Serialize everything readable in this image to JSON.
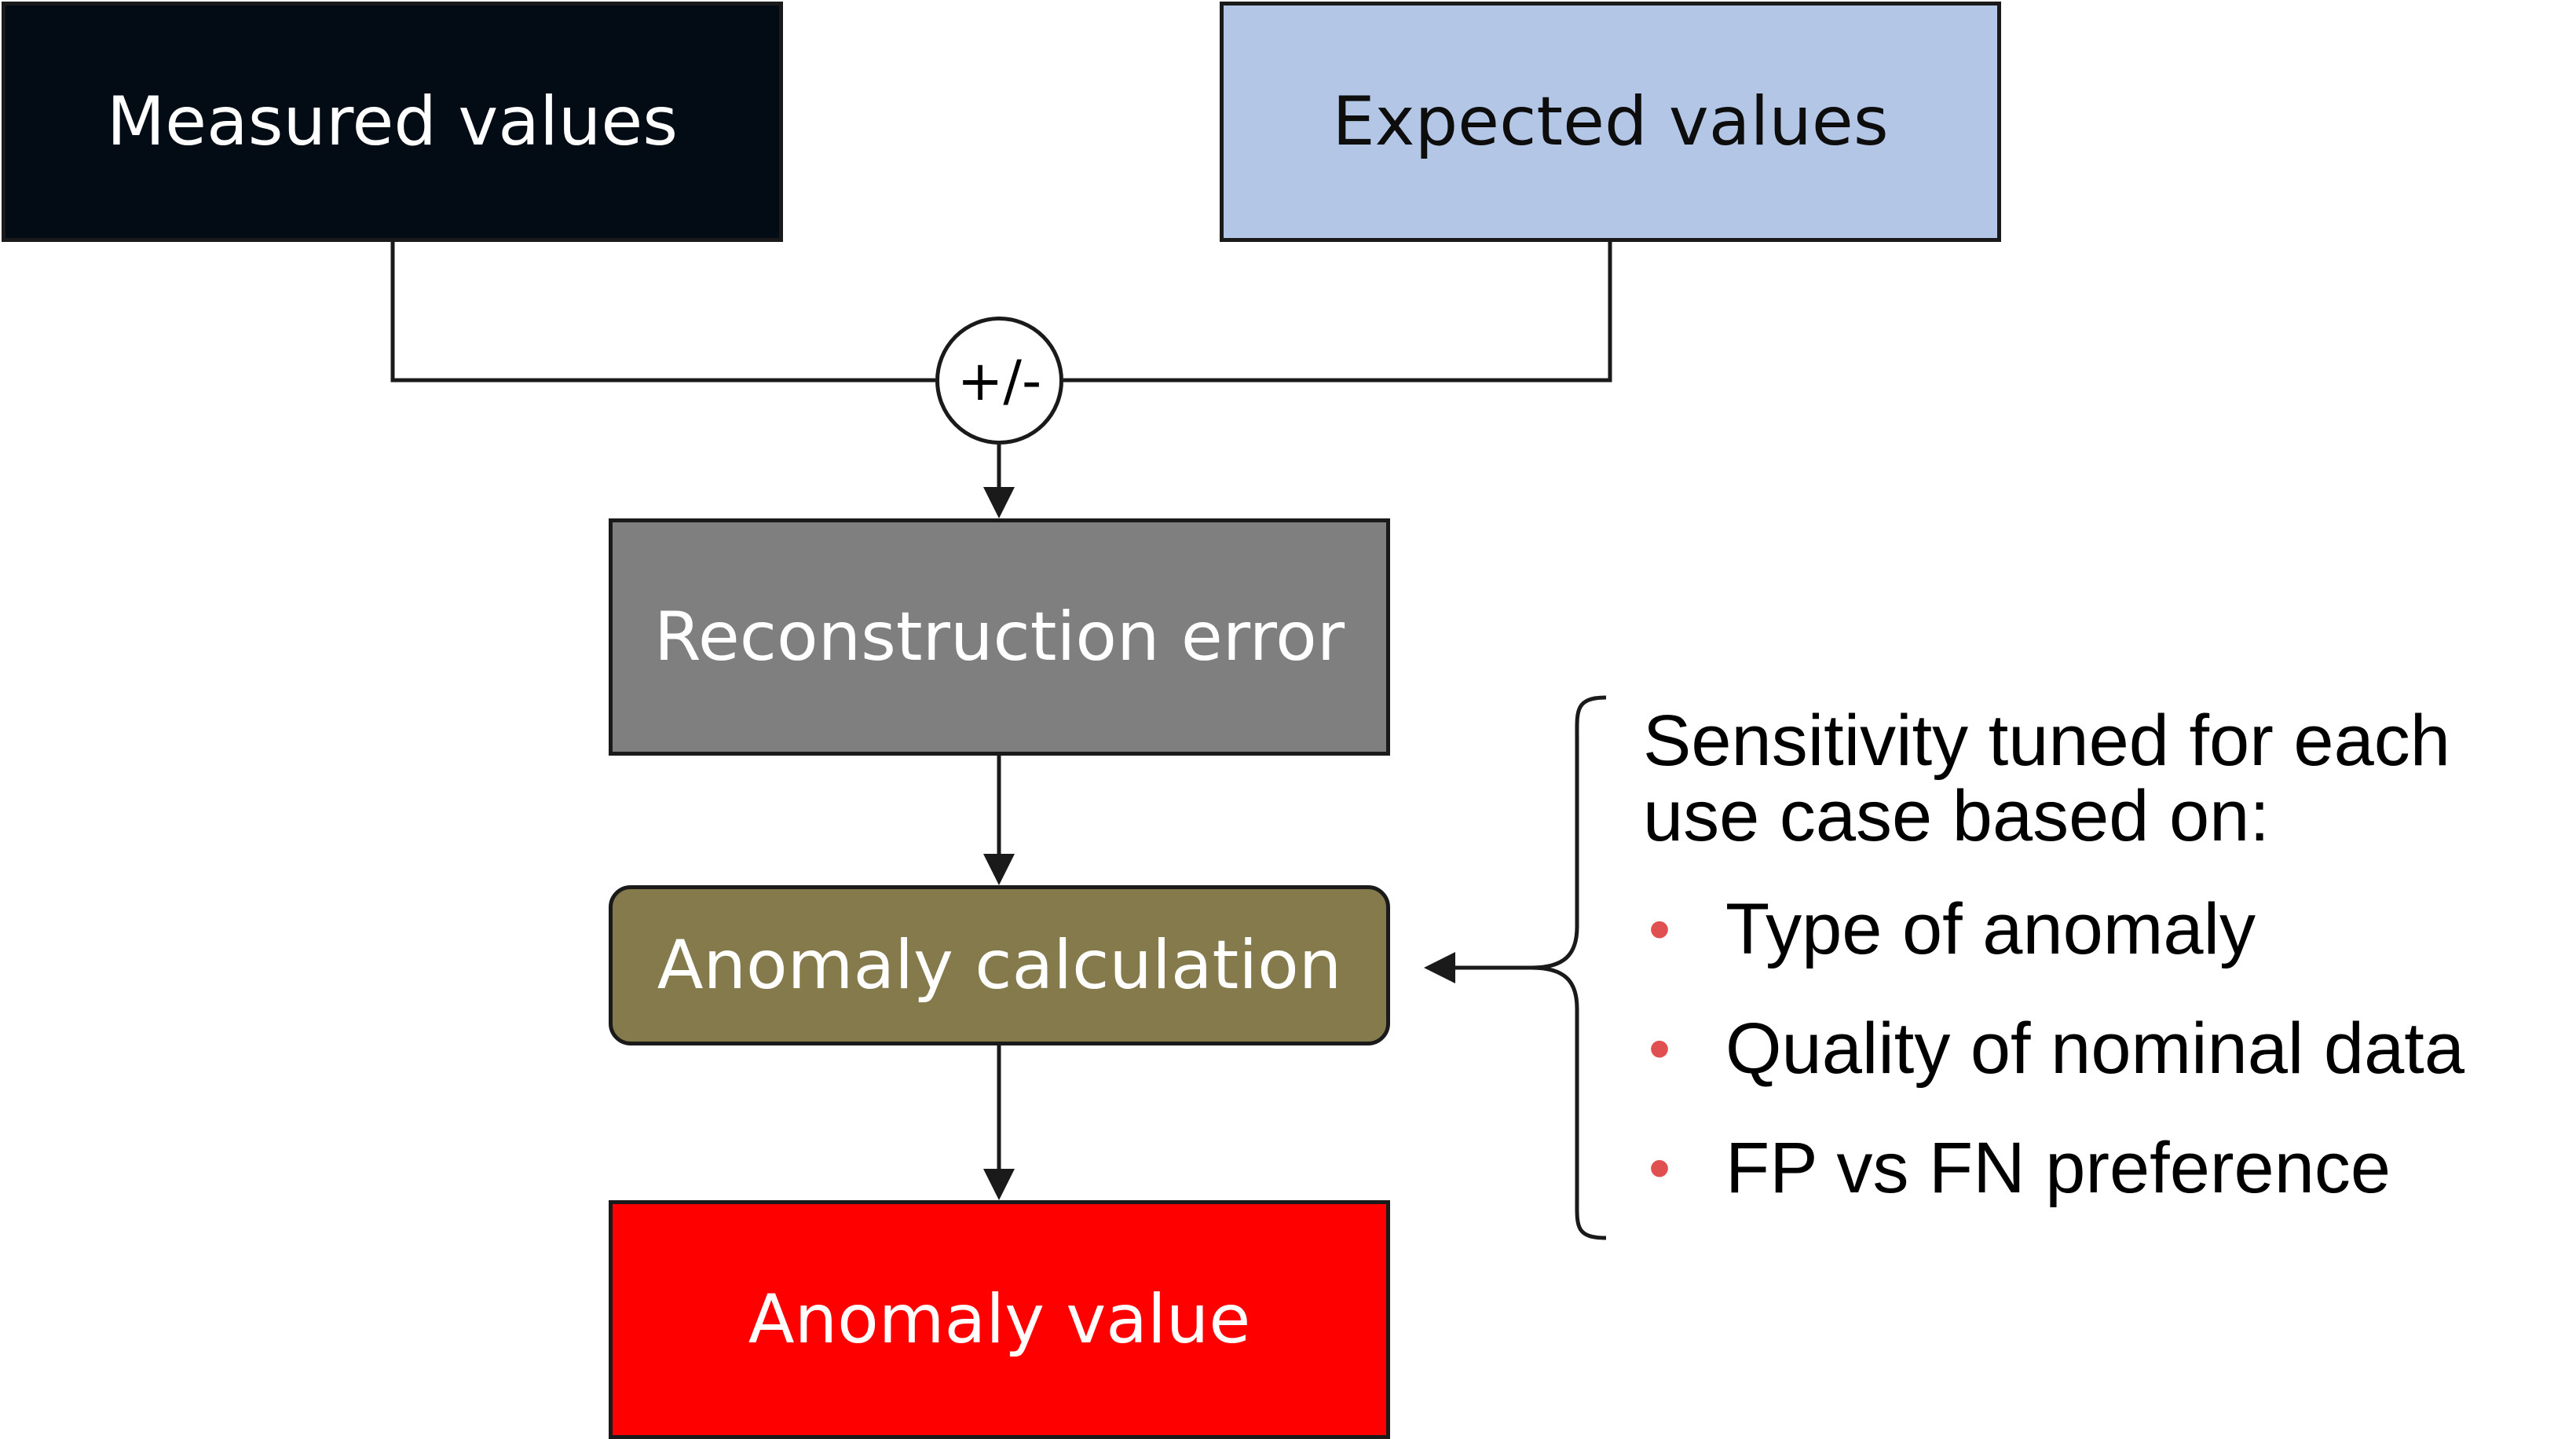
{
  "boxes": {
    "measured": "Measured values",
    "expected": "Expected values",
    "reconstruction": "Reconstruction error",
    "anomaly_calculation": "Anomaly calculation",
    "anomaly_value": "Anomaly value"
  },
  "operator": "+/-",
  "note": {
    "heading": "Sensitivity tuned for each use case based on:",
    "items": [
      "Type of anomaly",
      "Quality of nominal data",
      "FP vs FN preference"
    ]
  },
  "colors": {
    "measured_fill": "#030b14",
    "expected_fill": "#b3c6e6",
    "reconstruction_fill": "#7f7f7f",
    "anomaly_calculation_fill": "#857a4c",
    "anomaly_value_fill": "#ff0000",
    "bullet": "#e05050",
    "line": "#1a1a1a"
  }
}
